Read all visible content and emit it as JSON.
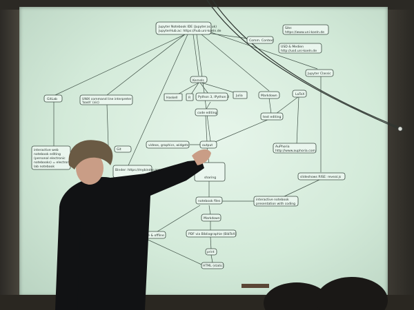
{
  "scene": {
    "colors": {
      "screen": "#dcefe2",
      "room": "#3b362e",
      "sweater": "#111214",
      "node_fill": "#eaf6ee",
      "node_stroke": "#3a4a40"
    }
  },
  "diagram": {
    "nodes": [
      {
        "id": "top",
        "lines": [
          "Jupyter Notebook IDE (Jupyter.ac.uk)",
          "JupyterHub.ac: https://hub.uni-koeln.de"
        ]
      },
      {
        "id": "kernels",
        "lines": [
          "Kernels"
        ]
      },
      {
        "id": "haskell",
        "lines": [
          "Haskell"
        ]
      },
      {
        "id": "r",
        "lines": [
          "R"
        ]
      },
      {
        "id": "python",
        "lines": [
          "Python 3, IPython 3"
        ]
      },
      {
        "id": "julia",
        "lines": [
          "Julia"
        ]
      },
      {
        "id": "code-editing",
        "lines": [
          "code editing"
        ]
      },
      {
        "id": "markdown",
        "lines": [
          "Markdown"
        ]
      },
      {
        "id": "latex",
        "lines": [
          "LaTeX"
        ]
      },
      {
        "id": "text-editing",
        "lines": [
          "text editing"
        ]
      },
      {
        "id": "gitlab",
        "lines": [
          "GitLab"
        ]
      },
      {
        "id": "unix",
        "lines": [
          "UNIX command line interpreter",
          "'bash' (sic)"
        ]
      },
      {
        "id": "interactive-web",
        "lines": [
          "interactive web",
          "notebook editing",
          "(personal electronic",
          "notebooks) = electronic",
          "lab notebook"
        ]
      },
      {
        "id": "jupyter-classic",
        "lines": [
          "Jupyter Classic"
        ]
      },
      {
        "id": "autoplex",
        "lines": [
          "AuPhoria",
          "http://www.auphoria.com"
        ]
      },
      {
        "id": "videos",
        "lines": [
          "videos, graphics, widgets"
        ]
      },
      {
        "id": "output",
        "lines": [
          "output"
        ]
      },
      {
        "id": "rise",
        "lines": [
          "slideshows RISE: reveal.js"
        ]
      },
      {
        "id": "sharing",
        "lines": [
          "sharing"
        ]
      },
      {
        "id": "notebook-files",
        "lines": [
          "notebook files"
        ]
      },
      {
        "id": "interactive-notebook",
        "lines": [
          "interactive notebook",
          "presentation with coding"
        ]
      },
      {
        "id": "markdown2",
        "lines": [
          "Markdown"
        ]
      },
      {
        "id": "pdf",
        "lines": [
          "PDF via Bibliographie (BibTeX)"
        ]
      },
      {
        "id": "print",
        "lines": [
          "print"
        ]
      },
      {
        "id": "html",
        "lines": [
          "HTML (static)"
        ]
      },
      {
        "id": "online-offline",
        "lines": [
          "online & offline"
        ]
      },
      {
        "id": "binder",
        "lines": [
          "Binder: https://mybinder.org"
        ]
      },
      {
        "id": "git",
        "lines": [
          "Git"
        ]
      },
      {
        "id": "comm",
        "lines": [
          "Comm. Context"
        ]
      },
      {
        "id": "usd",
        "lines": [
          "USD & Medien",
          "http://usd.uni-koeln.de"
        ]
      },
      {
        "id": "site",
        "lines": [
          "Site:",
          "https://www.uni-koeln.de"
        ]
      }
    ]
  }
}
